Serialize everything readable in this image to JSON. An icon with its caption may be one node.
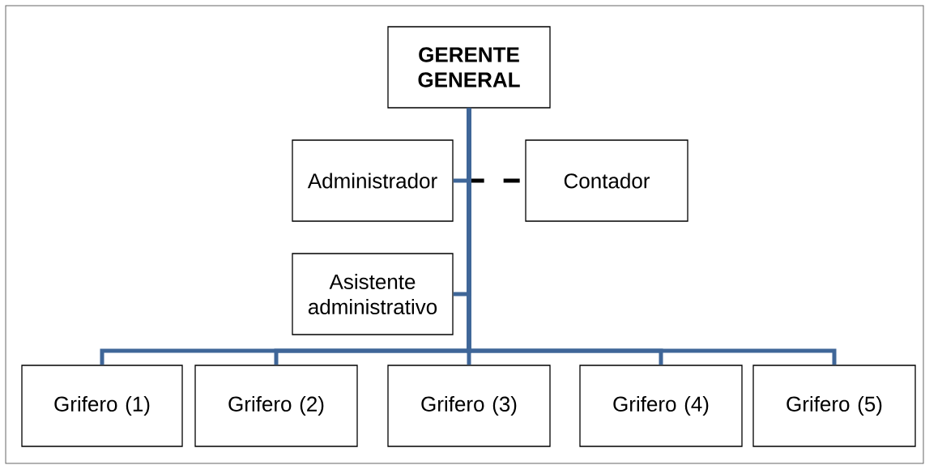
{
  "diagram": {
    "nodes": [
      {
        "text": [
          "GERENTE GENERAL"
        ]
      },
      {
        "text": [
          "Administrador"
        ]
      },
      {
        "text": [
          "Contador"
        ]
      },
      {
        "text": [
          "Asistente administrativo"
        ]
      },
      {
        "text": [
          "Grifero (1)"
        ]
      },
      {
        "text": [
          "Grifero (2)"
        ]
      },
      {
        "text": [
          "Grifero (3)"
        ]
      },
      {
        "text": [
          "Grifero (4)"
        ]
      },
      {
        "text": [
          "Grifero (5)"
        ]
      }
    ],
    "edges": [
      {
        "from": 0,
        "to": 1,
        "arrow": "none"
      },
      {
        "from": 0,
        "to": 2,
        "arrow": "none",
        "style": "dashed",
        "color": "#000000"
      },
      {
        "from": 0,
        "to": 3,
        "arrow": "none"
      },
      {
        "from": 0,
        "to": 4,
        "arrow": "none"
      },
      {
        "from": 0,
        "to": 5,
        "arrow": "none"
      },
      {
        "from": 0,
        "to": 6,
        "arrow": "none"
      },
      {
        "from": 0,
        "to": 7,
        "arrow": "none"
      },
      {
        "from": 0,
        "to": 8,
        "arrow": "none"
      }
    ]
  }
}
